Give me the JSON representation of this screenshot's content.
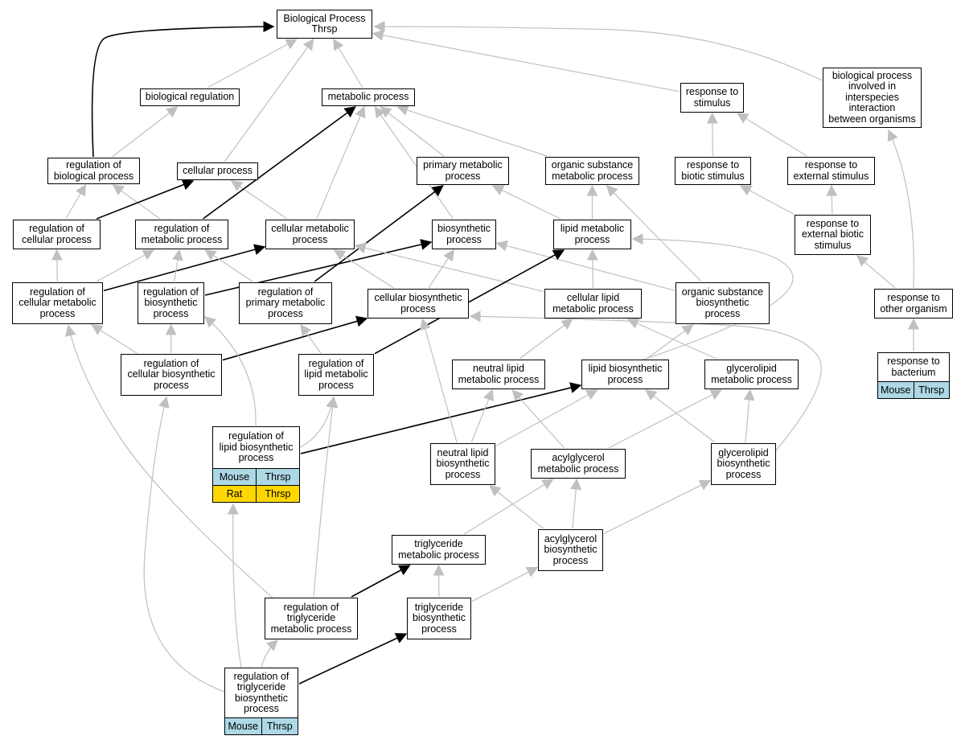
{
  "nodes": [
    {
      "id": "bp",
      "label": "Biological Process\nThrsp"
    },
    {
      "id": "bioreg",
      "label": "biological regulation"
    },
    {
      "id": "metab",
      "label": "metabolic process"
    },
    {
      "id": "resp",
      "label": "response to\nstimulus"
    },
    {
      "id": "interspecies",
      "label": "biological process\ninvolved in\ninterspecies\ninteraction\nbetween organisms"
    },
    {
      "id": "regbio",
      "label": "regulation of\nbiological process"
    },
    {
      "id": "cellproc",
      "label": "cellular process"
    },
    {
      "id": "primmetab",
      "label": "primary metabolic\nprocess"
    },
    {
      "id": "orgsubmetab",
      "label": "organic substance\nmetabolic process"
    },
    {
      "id": "biotic",
      "label": "response to\nbiotic stimulus"
    },
    {
      "id": "external",
      "label": "response to\nexternal stimulus"
    },
    {
      "id": "regcell",
      "label": "regulation of\ncellular process"
    },
    {
      "id": "regmetab",
      "label": "regulation of\nmetabolic process"
    },
    {
      "id": "cellmetab",
      "label": "cellular metabolic\nprocess"
    },
    {
      "id": "biosynth",
      "label": "biosynthetic\nprocess"
    },
    {
      "id": "lipidmetab",
      "label": "lipid metabolic\nprocess"
    },
    {
      "id": "extbiotic",
      "label": "response to\nexternal biotic\nstimulus"
    },
    {
      "id": "regcellmetab",
      "label": "regulation of\ncellular metabolic\nprocess"
    },
    {
      "id": "regbiosynth",
      "label": "regulation of\nbiosynthetic\nprocess"
    },
    {
      "id": "regprimmetab",
      "label": "regulation of\nprimary metabolic\nprocess"
    },
    {
      "id": "cellbiosynth",
      "label": "cellular biosynthetic\nprocess"
    },
    {
      "id": "celllipidmetab",
      "label": "cellular lipid\nmetabolic process"
    },
    {
      "id": "orgsubbiosynth",
      "label": "organic substance\nbiosynthetic\nprocess"
    },
    {
      "id": "otherorg",
      "label": "response to\nother organism"
    },
    {
      "id": "regcellbiosynth",
      "label": "regulation of\ncellular biosynthetic\nprocess"
    },
    {
      "id": "reglipidmetab",
      "label": "regulation of\nlipid metabolic\nprocess"
    },
    {
      "id": "neutlipidmetab",
      "label": "neutral lipid\nmetabolic process"
    },
    {
      "id": "lipidbiosynth",
      "label": "lipid biosynthetic\nprocess"
    },
    {
      "id": "glycerolipidmetab",
      "label": "glycerolipid\nmetabolic process"
    },
    {
      "id": "bacterium",
      "label": "response to\nbacterium",
      "rows": [
        {
          "species": "Mouse",
          "gene": "Thrsp",
          "color": "#add8e6"
        }
      ]
    },
    {
      "id": "reglipidbiosynth",
      "label": "regulation of\nlipid biosynthetic\nprocess",
      "rows": [
        {
          "species": "Mouse",
          "gene": "Thrsp",
          "color": "#add8e6"
        },
        {
          "species": "Rat",
          "gene": "Thrsp",
          "color": "#ffd700"
        }
      ]
    },
    {
      "id": "neutlipidbiosynth",
      "label": "neutral lipid\nbiosynthetic\nprocess"
    },
    {
      "id": "acylglycerolmetab",
      "label": "acylglycerol\nmetabolic process"
    },
    {
      "id": "glycerolipidbiosynth",
      "label": "glycerolipid\nbiosynthetic\nprocess"
    },
    {
      "id": "trigmetab",
      "label": "triglyceride\nmetabolic process"
    },
    {
      "id": "acylglycerolbiosynth",
      "label": "acylglycerol\nbiosynthetic\nprocess"
    },
    {
      "id": "regtrigmetab",
      "label": "regulation of\ntriglyceride\nmetabolic process"
    },
    {
      "id": "trigbiosynth",
      "label": "triglyceride\nbiosynthetic\nprocess"
    },
    {
      "id": "regtrigbiosynth",
      "label": "regulation of\ntriglyceride\nbiosynthetic\nprocess",
      "rows": [
        {
          "species": "Mouse",
          "gene": "Thrsp",
          "color": "#add8e6"
        }
      ]
    }
  ],
  "edges": [
    {
      "from": "bioreg",
      "to": "bp",
      "type": "is_a"
    },
    {
      "from": "metab",
      "to": "bp",
      "type": "is_a"
    },
    {
      "from": "resp",
      "to": "bp",
      "type": "is_a"
    },
    {
      "from": "interspecies",
      "to": "bp",
      "type": "is_a"
    },
    {
      "from": "cellproc",
      "to": "bp",
      "type": "is_a"
    },
    {
      "from": "regbio",
      "to": "bp",
      "type": "regulates"
    },
    {
      "from": "regbio",
      "to": "bioreg",
      "type": "is_a"
    },
    {
      "from": "regcell",
      "to": "regbio",
      "type": "is_a"
    },
    {
      "from": "regmetab",
      "to": "regbio",
      "type": "is_a"
    },
    {
      "from": "regcell",
      "to": "cellproc",
      "type": "regulates"
    },
    {
      "from": "cellmetab",
      "to": "cellproc",
      "type": "is_a"
    },
    {
      "from": "regmetab",
      "to": "metab",
      "type": "regulates"
    },
    {
      "from": "cellmetab",
      "to": "metab",
      "type": "is_a"
    },
    {
      "from": "primmetab",
      "to": "metab",
      "type": "is_a"
    },
    {
      "from": "orgsubmetab",
      "to": "metab",
      "type": "is_a"
    },
    {
      "from": "biosynth",
      "to": "metab",
      "type": "is_a"
    },
    {
      "from": "lipidmetab",
      "to": "primmetab",
      "type": "is_a"
    },
    {
      "from": "lipidmetab",
      "to": "orgsubmetab",
      "type": "is_a"
    },
    {
      "from": "orgsubbiosynth",
      "to": "orgsubmetab",
      "type": "is_a"
    },
    {
      "from": "biotic",
      "to": "resp",
      "type": "is_a"
    },
    {
      "from": "external",
      "to": "resp",
      "type": "is_a"
    },
    {
      "from": "extbiotic",
      "to": "biotic",
      "type": "is_a"
    },
    {
      "from": "extbiotic",
      "to": "external",
      "type": "is_a"
    },
    {
      "from": "otherorg",
      "to": "extbiotic",
      "type": "is_a"
    },
    {
      "from": "otherorg",
      "to": "interspecies",
      "type": "is_a"
    },
    {
      "from": "bacterium",
      "to": "otherorg",
      "type": "is_a"
    },
    {
      "from": "regcellmetab",
      "to": "regcell",
      "type": "is_a"
    },
    {
      "from": "regcellmetab",
      "to": "regmetab",
      "type": "is_a"
    },
    {
      "from": "regcellmetab",
      "to": "cellmetab",
      "type": "regulates"
    },
    {
      "from": "regbiosynth",
      "to": "regmetab",
      "type": "is_a"
    },
    {
      "from": "regbiosynth",
      "to": "biosynth",
      "type": "regulates"
    },
    {
      "from": "regprimmetab",
      "to": "regmetab",
      "type": "is_a"
    },
    {
      "from": "regprimmetab",
      "to": "primmetab",
      "type": "regulates"
    },
    {
      "from": "cellbiosynth",
      "to": "cellmetab",
      "type": "is_a"
    },
    {
      "from": "cellbiosynth",
      "to": "biosynth",
      "type": "is_a"
    },
    {
      "from": "celllipidmetab",
      "to": "cellmetab",
      "type": "is_a"
    },
    {
      "from": "celllipidmetab",
      "to": "lipidmetab",
      "type": "is_a"
    },
    {
      "from": "orgsubbiosynth",
      "to": "biosynth",
      "type": "is_a"
    },
    {
      "from": "regcellbiosynth",
      "to": "regcellmetab",
      "type": "is_a"
    },
    {
      "from": "regcellbiosynth",
      "to": "regbiosynth",
      "type": "is_a"
    },
    {
      "from": "regcellbiosynth",
      "to": "cellbiosynth",
      "type": "regulates"
    },
    {
      "from": "reglipidmetab",
      "to": "regprimmetab",
      "type": "is_a"
    },
    {
      "from": "reglipidmetab",
      "to": "lipidmetab",
      "type": "regulates"
    },
    {
      "from": "neutlipidmetab",
      "to": "celllipidmetab",
      "type": "is_a"
    },
    {
      "from": "lipidbiosynth",
      "to": "lipidmetab",
      "type": "is_a"
    },
    {
      "from": "lipidbiosynth",
      "to": "orgsubbiosynth",
      "type": "is_a"
    },
    {
      "from": "glycerolipidmetab",
      "to": "celllipidmetab",
      "type": "is_a"
    },
    {
      "from": "reglipidbiosynth",
      "to": "reglipidmetab",
      "type": "is_a"
    },
    {
      "from": "reglipidbiosynth",
      "to": "regbiosynth",
      "type": "is_a"
    },
    {
      "from": "reglipidbiosynth",
      "to": "lipidbiosynth",
      "type": "regulates"
    },
    {
      "from": "neutlipidbiosynth",
      "to": "neutlipidmetab",
      "type": "is_a"
    },
    {
      "from": "neutlipidbiosynth",
      "to": "cellbiosynth",
      "type": "is_a"
    },
    {
      "from": "neutlipidbiosynth",
      "to": "lipidbiosynth",
      "type": "is_a"
    },
    {
      "from": "acylglycerolmetab",
      "to": "neutlipidmetab",
      "type": "is_a"
    },
    {
      "from": "acylglycerolmetab",
      "to": "glycerolipidmetab",
      "type": "is_a"
    },
    {
      "from": "glycerolipidbiosynth",
      "to": "glycerolipidmetab",
      "type": "is_a"
    },
    {
      "from": "glycerolipidbiosynth",
      "to": "lipidbiosynth",
      "type": "is_a"
    },
    {
      "from": "glycerolipidbiosynth",
      "to": "cellbiosynth",
      "type": "is_a"
    },
    {
      "from": "trigmetab",
      "to": "acylglycerolmetab",
      "type": "is_a"
    },
    {
      "from": "acylglycerolbiosynth",
      "to": "acylglycerolmetab",
      "type": "is_a"
    },
    {
      "from": "acylglycerolbiosynth",
      "to": "neutlipidbiosynth",
      "type": "is_a"
    },
    {
      "from": "acylglycerolbiosynth",
      "to": "glycerolipidbiosynth",
      "type": "is_a"
    },
    {
      "from": "regtrigmetab",
      "to": "regcellmetab",
      "type": "is_a"
    },
    {
      "from": "regtrigmetab",
      "to": "reglipidmetab",
      "type": "is_a"
    },
    {
      "from": "regtrigmetab",
      "to": "trigmetab",
      "type": "regulates"
    },
    {
      "from": "trigbiosynth",
      "to": "trigmetab",
      "type": "is_a"
    },
    {
      "from": "trigbiosynth",
      "to": "acylglycerolbiosynth",
      "type": "is_a"
    },
    {
      "from": "regtrigbiosynth",
      "to": "regtrigmetab",
      "type": "is_a"
    },
    {
      "from": "regtrigbiosynth",
      "to": "reglipidbiosynth",
      "type": "is_a"
    },
    {
      "from": "regtrigbiosynth",
      "to": "regcellbiosynth",
      "type": "is_a"
    },
    {
      "from": "regtrigbiosynth",
      "to": "trigbiosynth",
      "type": "regulates"
    }
  ]
}
